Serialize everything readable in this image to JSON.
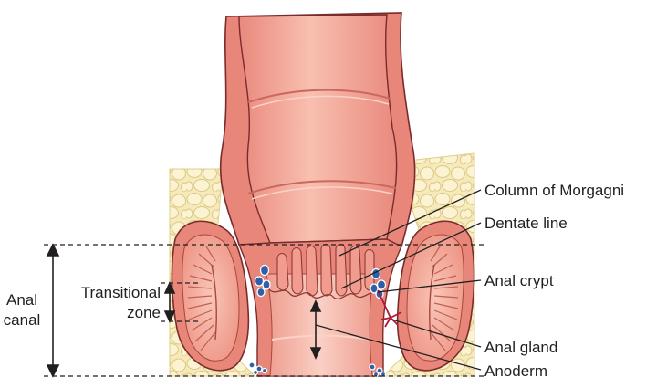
{
  "diagram": {
    "labels": {
      "column_of_morgagni": "Column of Morgagni",
      "dentate_line": "Dentate line",
      "anal_crypt": "Anal crypt",
      "anal_gland": "Anal gland",
      "anoderm": "Anoderm",
      "anal_canal_line1": "Anal",
      "anal_canal_line2": "canal",
      "transitional_line1": "Transitional",
      "transitional_line2": "zone"
    },
    "colors": {
      "fat": "#f6eaba",
      "fat_outline": "#e2cf8a",
      "wall": "#e8867a",
      "lumen": "#f3a79a",
      "lumen_light": "#f9c4b6",
      "muscle": "#f5b2a2",
      "outline": "#7a2b2b",
      "gland": "#2f5fa8",
      "vessel": "#b0193a"
    }
  }
}
